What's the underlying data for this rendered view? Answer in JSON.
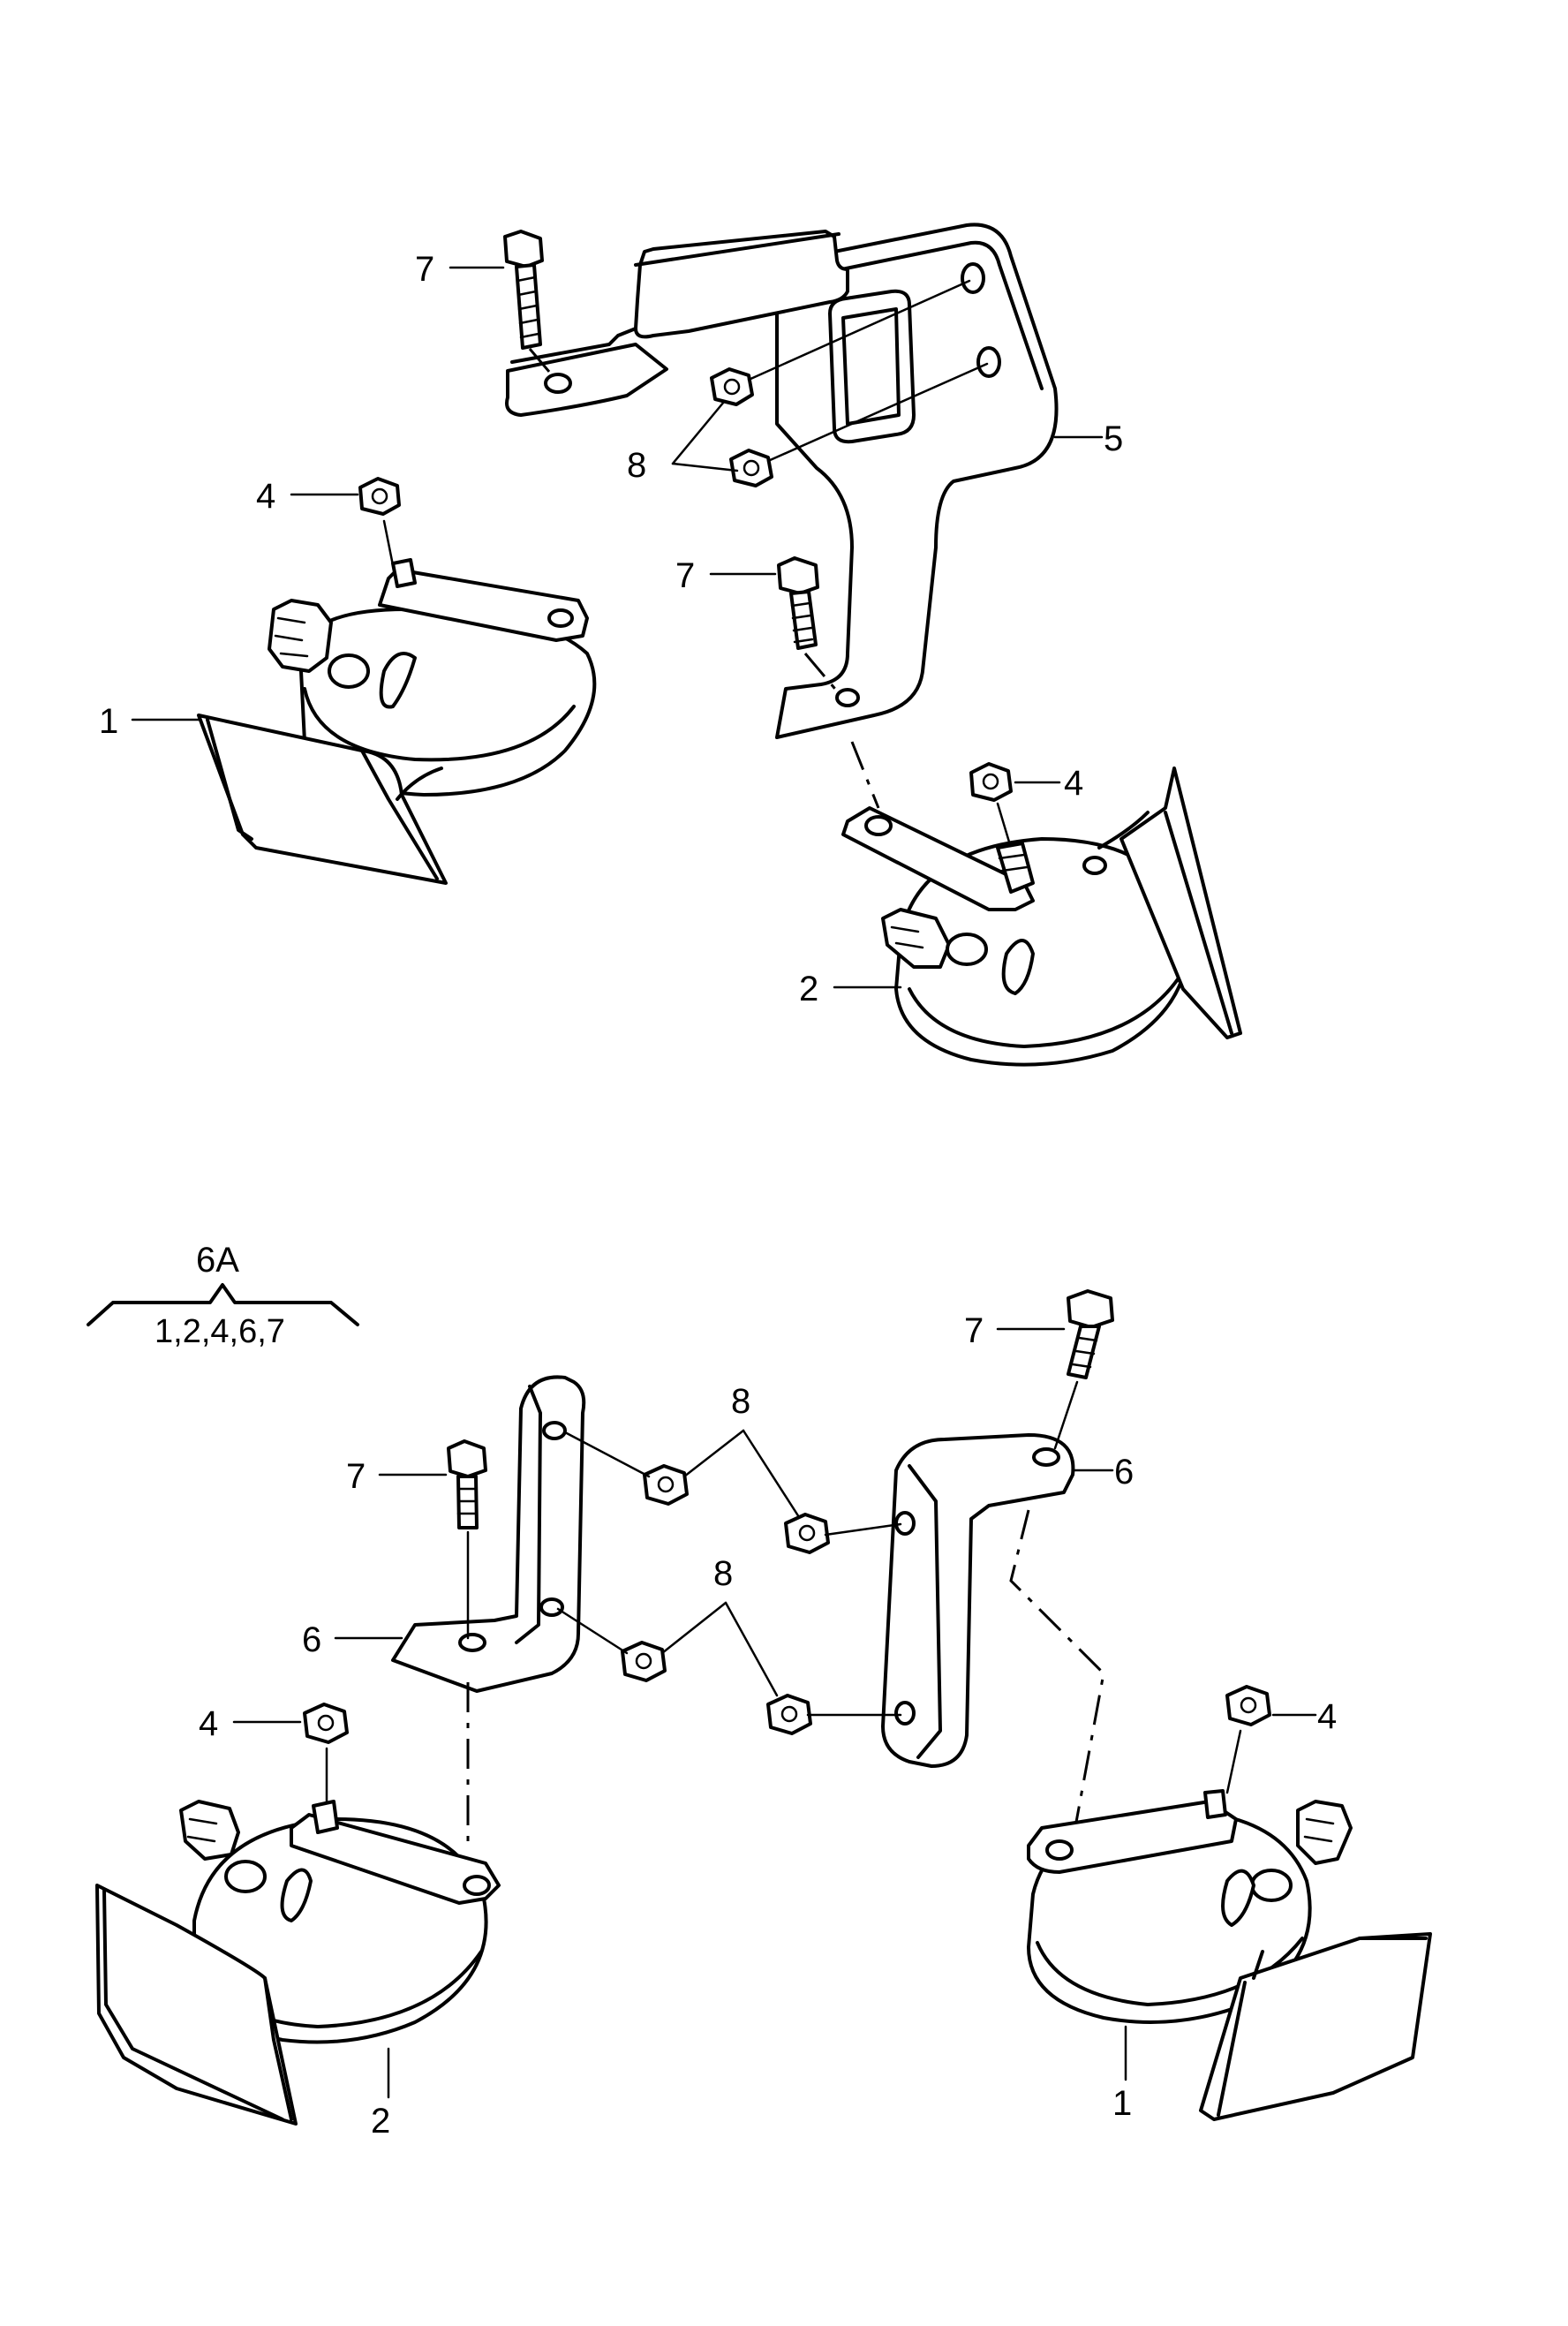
{
  "labels": {
    "top": {
      "bolt_upper": "7",
      "bolt_lower": "7",
      "nut_left": "4",
      "nut_right": "4",
      "nuts_pair": "8",
      "bracket": "5",
      "horn_left": "1",
      "horn_right": "2"
    },
    "bottom": {
      "group_title": "6A",
      "group_items": "1,2,4,6,7",
      "bolt_left": "7",
      "bolt_right": "7",
      "nuts_upper": "8",
      "nuts_lower": "8",
      "bracket_left": "6",
      "bracket_right": "6",
      "nut_left": "4",
      "nut_right": "4",
      "horn_left": "2",
      "horn_right": "1"
    }
  }
}
